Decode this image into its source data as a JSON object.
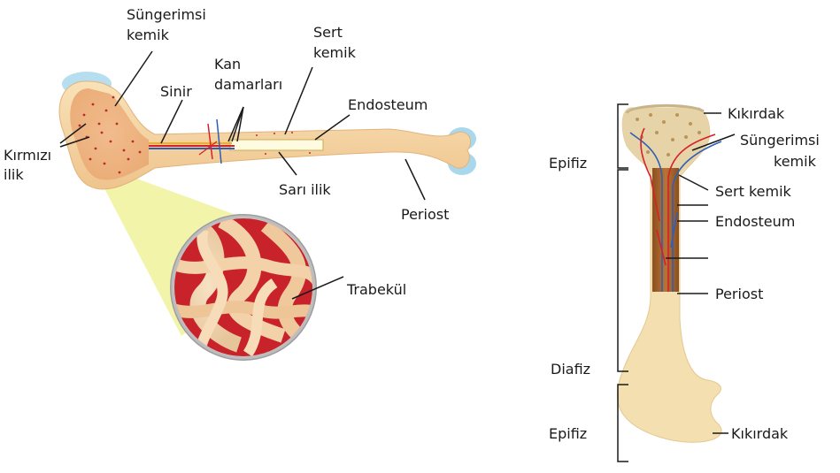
{
  "left_diagram": {
    "labels": {
      "spongy_bone_line1": "Süngerimsi",
      "spongy_bone_line2": "kemik",
      "red_marrow_line1": "Kırmızı",
      "red_marrow_line2": "ilik",
      "nerve": "Sinir",
      "blood_vessels_line1": "Kan",
      "blood_vessels_line2": "damarları",
      "compact_bone_line1": "Sert",
      "compact_bone_line2": "kemik",
      "endosteum": "Endosteum",
      "yellow_marrow": "Sarı ilik",
      "periosteum": "Periost",
      "trabecula": "Trabekül"
    }
  },
  "right_diagram": {
    "labels": {
      "epiphysis_top": "Epifiz",
      "cartilage_top": "Kıkırdak",
      "spongy_bone_line1": "Süngerimsi",
      "spongy_bone_line2": "kemik",
      "compact_bone": "Sert kemik",
      "endosteum": "Endosteum",
      "periosteum": "Periost",
      "diaphysis": "Diafiz",
      "epiphysis_bottom": "Epifiz",
      "cartilage_bottom": "Kıkırdak"
    }
  },
  "colors": {
    "bone": "#f5d9a8",
    "bone_dark": "#e8b77a",
    "marrow_red": "#d6202a",
    "vessel_blue": "#2e5fb8",
    "cartilage": "#a9d8ec",
    "shaft_brown": "#a8642a",
    "zoom_yellow": "#eef29a"
  }
}
